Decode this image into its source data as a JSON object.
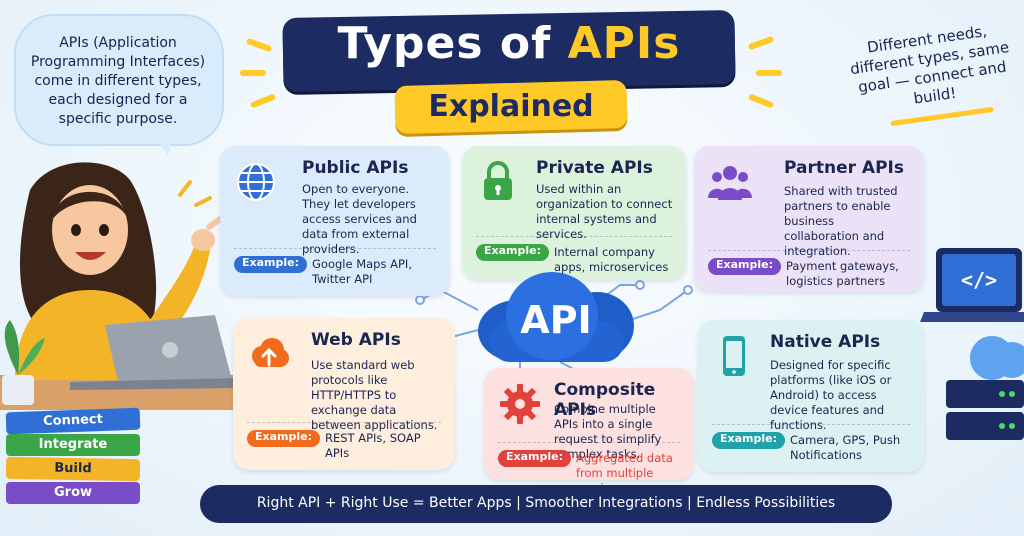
{
  "title": {
    "part1": "Types of ",
    "part2": "APIs",
    "subtitle": "Explained"
  },
  "intro_bubble": "APIs (Application Programming Interfaces) come in different types, each designed for a specific purpose.",
  "side_note": "Different needs, different types, same goal — connect and build!",
  "center_label": "API",
  "example_label": "Example:",
  "cards": [
    {
      "title": "Public APIs",
      "icon": "globe-icon",
      "color": "#2f6fd6",
      "description": "Open to everyone. They let developers access services and data from external providers.",
      "example": "Google Maps API, Twitter API"
    },
    {
      "title": "Private APIs",
      "icon": "lock-icon",
      "color": "#3aa648",
      "description": "Used within an organization to connect internal systems and services.",
      "example": "Internal company apps, microservices"
    },
    {
      "title": "Partner APIs",
      "icon": "users-icon",
      "color": "#7a4cc8",
      "description": "Shared with trusted partners to enable business collaboration and integration.",
      "example": "Payment gateways, logistics partners"
    },
    {
      "title": "Web APIs",
      "icon": "cloud-upload-icon",
      "color": "#f26a1b",
      "description": "Use standard web protocols like HTTP/HTTPS to exchange data between applications.",
      "example": "REST APIs, SOAP APIs"
    },
    {
      "title": "Composite APIs",
      "icon": "gear-icon",
      "color": "#e0413a",
      "description": "Combine multiple APIs into a single request to simplify complex tasks.",
      "example": "Aggregated data from multiple services"
    },
    {
      "title": "Native APIs",
      "icon": "phone-icon",
      "color": "#1fa3a8",
      "description": "Designed for specific platforms (like iOS or Android) to access device features and functions.",
      "example": "Camera, GPS, Push Notifications"
    }
  ],
  "bottom_banner": "Right API  +  Right Use  =  Better Apps  |  Smoother Integrations  |  Endless Possibilities",
  "books": [
    "Connect",
    "Integrate",
    "Build",
    "Grow"
  ],
  "code_symbol": "</>"
}
